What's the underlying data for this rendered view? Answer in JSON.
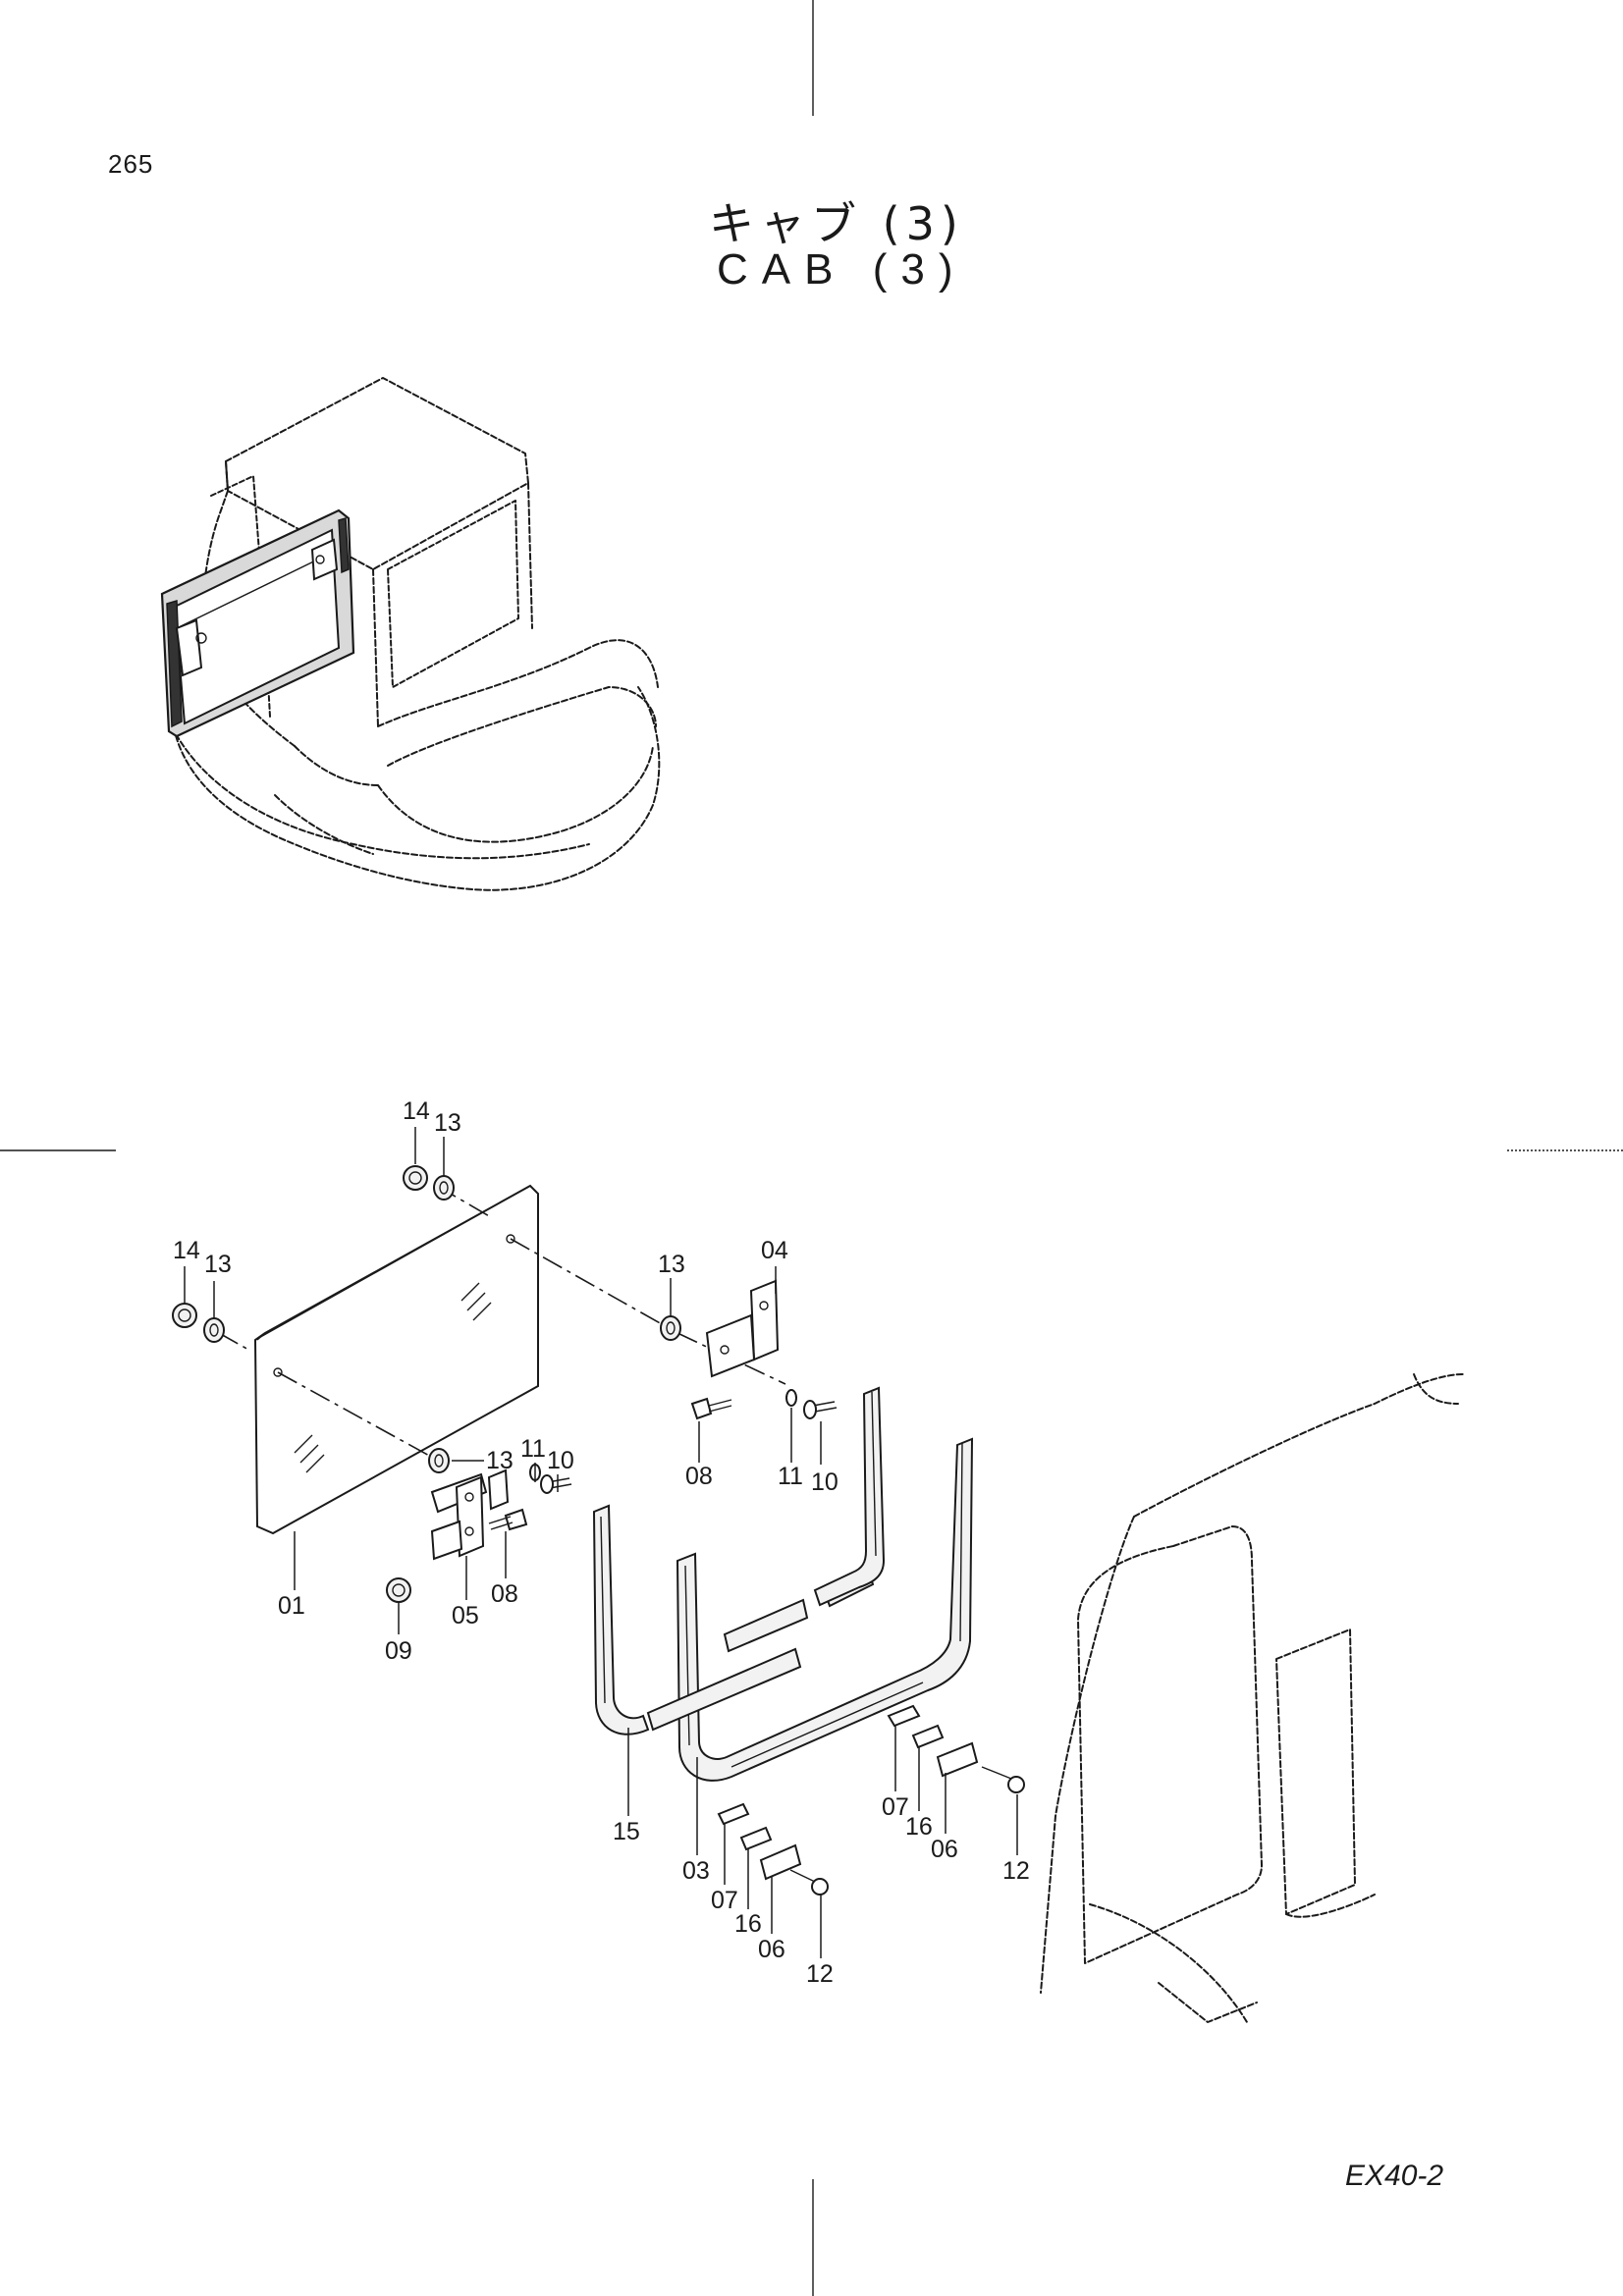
{
  "page_number": "265",
  "title_jp": "キャブ (3)",
  "title_en": "CAB (3)",
  "model": "EX40-2",
  "callouts": [
    {
      "id": "c-14a",
      "label": "14"
    },
    {
      "id": "c-13a",
      "label": "13"
    },
    {
      "id": "c-14b",
      "label": "14"
    },
    {
      "id": "c-13b",
      "label": "13"
    },
    {
      "id": "c-13c",
      "label": "13"
    },
    {
      "id": "c-04",
      "label": "04"
    },
    {
      "id": "c-08a",
      "label": "08"
    },
    {
      "id": "c-11a",
      "label": "11"
    },
    {
      "id": "c-10a",
      "label": "10"
    },
    {
      "id": "c-13d",
      "label": "13"
    },
    {
      "id": "c-11b",
      "label": "11"
    },
    {
      "id": "c-10b",
      "label": "10"
    },
    {
      "id": "c-01",
      "label": "01"
    },
    {
      "id": "c-05",
      "label": "05"
    },
    {
      "id": "c-08b",
      "label": "08"
    },
    {
      "id": "c-09",
      "label": "09"
    },
    {
      "id": "c-15",
      "label": "15"
    },
    {
      "id": "c-03",
      "label": "03"
    },
    {
      "id": "c-07a",
      "label": "07"
    },
    {
      "id": "c-16a",
      "label": "16"
    },
    {
      "id": "c-06a",
      "label": "06"
    },
    {
      "id": "c-12a",
      "label": "12"
    },
    {
      "id": "c-07b",
      "label": "07"
    },
    {
      "id": "c-16b",
      "label": "16"
    },
    {
      "id": "c-06b",
      "label": "06"
    },
    {
      "id": "c-12b",
      "label": "12"
    }
  ]
}
